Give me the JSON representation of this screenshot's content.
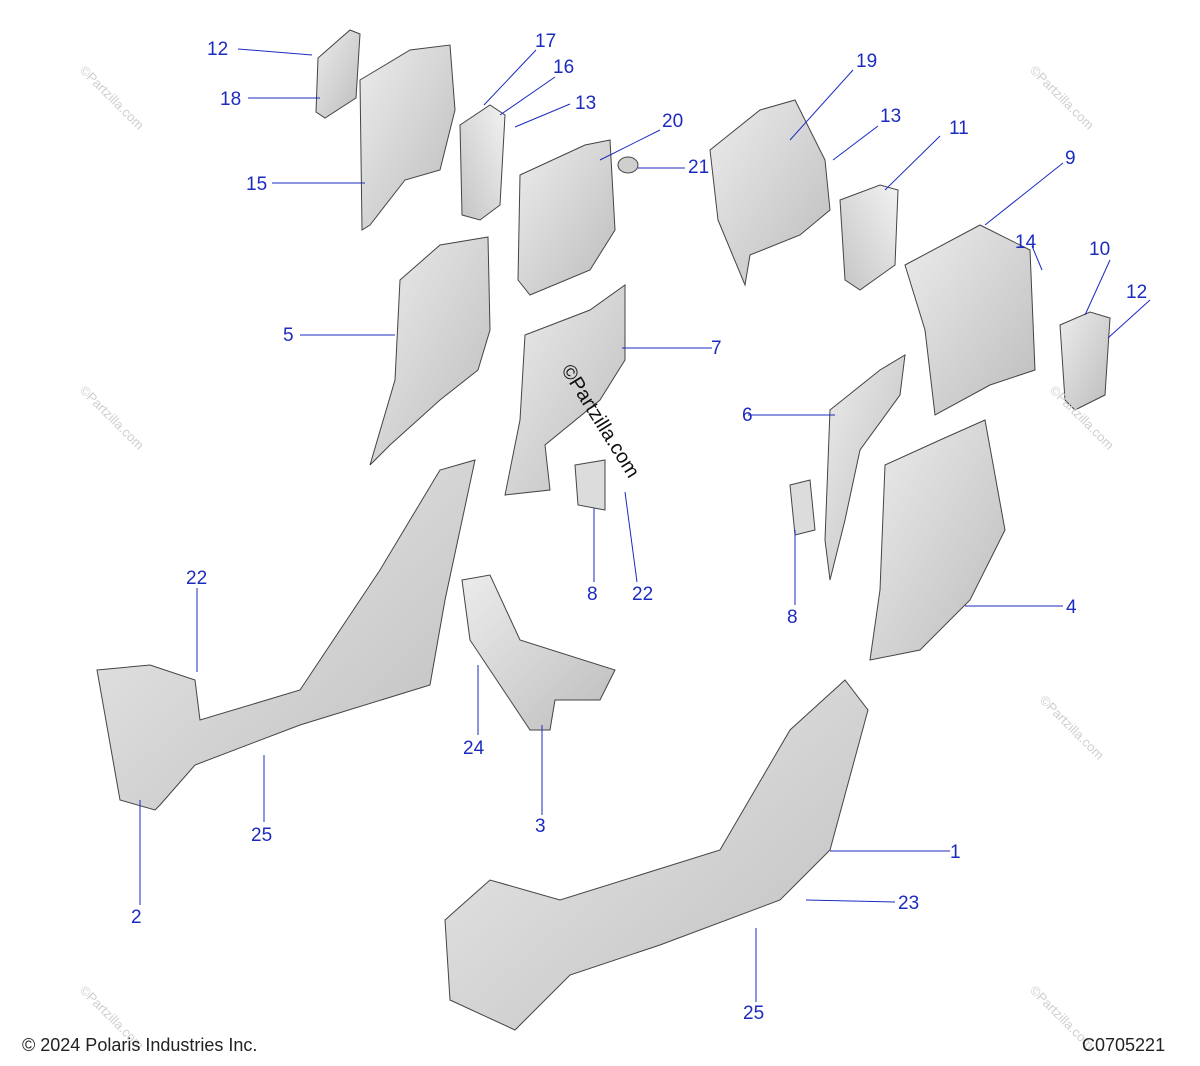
{
  "diagram": {
    "callouts": [
      "1",
      "2",
      "3",
      "4",
      "5",
      "6",
      "7",
      "8",
      "8",
      "9",
      "10",
      "11",
      "12",
      "12",
      "13",
      "13",
      "14",
      "15",
      "16",
      "17",
      "18",
      "19",
      "20",
      "21",
      "22",
      "22",
      "23",
      "24",
      "25",
      "25"
    ],
    "copyright": "© 2024 Polaris Industries Inc.",
    "diagram_code": "C0705221",
    "watermark": "©Partzilla.com",
    "colors": {
      "callout": "#1c2bbf",
      "part_fill": "#d6d6d6",
      "part_stroke": "#444444"
    }
  }
}
